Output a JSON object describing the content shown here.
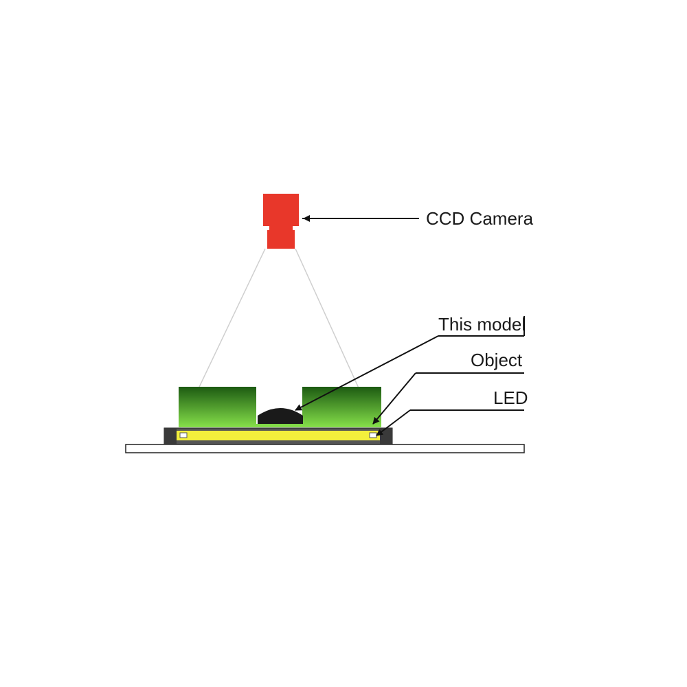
{
  "labels": {
    "camera": "CCD Camera",
    "model": "This model",
    "object": "Object",
    "led": "LED"
  },
  "colors": {
    "camera": "#e8372a",
    "object_top": "#1c5a12",
    "object_bottom": "#86e04a",
    "led": "#f3ef3c",
    "dome": "#1a1a1a",
    "housing": "#555555",
    "base": "#ffffff",
    "cone": "#cccccc"
  }
}
